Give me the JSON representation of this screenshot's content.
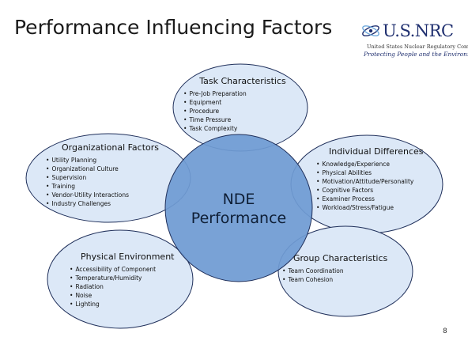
{
  "slide": {
    "title": "Performance Influencing Factors",
    "page_number": "8"
  },
  "logo": {
    "name": "U.S.NRC",
    "subtitle": "United States Nuclear Regulatory Commission",
    "tagline": "Protecting People and the Environment"
  },
  "center": {
    "line1": "NDE",
    "line2": "Performance"
  },
  "factors": [
    {
      "heading": "Task Characteristics",
      "items": [
        "Pre-Job Preparation",
        "Equipment",
        "Procedure",
        "Time Pressure",
        "Task Complexity"
      ]
    },
    {
      "heading": "Organizational Factors",
      "items": [
        "Utility Planning",
        "Organizational Culture",
        "Supervision",
        "Training",
        "Vendor-Utility Interactions",
        "Industry Challenges"
      ]
    },
    {
      "heading": "Individual Differences",
      "items": [
        "Knowledge/Experience",
        "Physical Abilities",
        "Motivation/Attitude/Personality",
        "Cognitive Factors",
        "Examiner Process",
        "Workload/Stress/Fatigue"
      ]
    },
    {
      "heading": "Physical Environment",
      "items": [
        "Accessibility of Component",
        "Temperature/Humidity",
        "Radiation",
        "Noise",
        "Lighting"
      ]
    },
    {
      "heading": "Group Characteristics",
      "items": [
        "Team Coordination",
        "Team Cohesion"
      ]
    }
  ],
  "colors": {
    "outer_ellipse_fill": "#dce8f7",
    "center_circle_fill": "#6f9bd3",
    "outline": "#1f2f5a",
    "logo_blue": "#1f2f6f"
  }
}
